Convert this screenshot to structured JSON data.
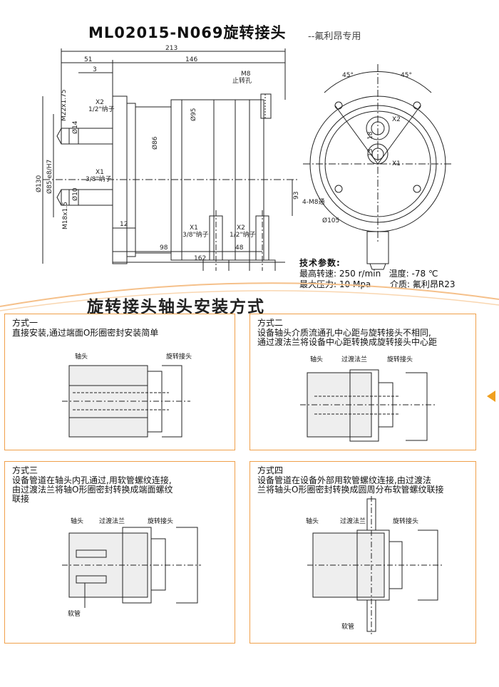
{
  "header": {
    "title": "ML02015-N069旋转接头",
    "note": "--氟利昂专用"
  },
  "drawing": {
    "dims": {
      "d213": "213",
      "d146": "146",
      "d51": "51",
      "d3": "3",
      "m8": "M8",
      "stop_hole": "止转孔",
      "x2": "X2",
      "x2_sub": "1/2\"纳子",
      "m22": "M22x1.75",
      "d14": "Ø14",
      "d130": "Ø130",
      "d85": "Ø85 e8/H7",
      "d95": "Ø95",
      "d86": "Ø86",
      "d10": "Ø10",
      "m18": "M18x1.5",
      "x1": "X1",
      "x1_sub": "3/8\"纳子",
      "d12": "12",
      "d98": "98",
      "d48": "48",
      "d162": "162",
      "bx1": "X1",
      "bx1_sub": "3/8\"纳子",
      "bx2": "X2",
      "bx2_sub": "1/2\"纳子",
      "d93": "93",
      "a45l": "45°",
      "a45r": "45°",
      "rx2": "X2",
      "rx1": "X1",
      "r18": "18",
      "r13": "13",
      "m8t": "4-M8通",
      "d105": "Ø105"
    }
  },
  "specs": {
    "heading": "技术参数:",
    "speed_label": "最高转速:",
    "speed_value": "250 r/min",
    "temp_label": "温度:",
    "temp_value": "-78 ℃",
    "pressure_label": "最大压力:",
    "pressure_value": "10 Mpa",
    "medium_label": "介质:",
    "medium_value": "氟利昂R23"
  },
  "section": {
    "title": "旋转接头轴头安装方式"
  },
  "methods": [
    {
      "title": "方式一",
      "desc": "直接安装,通过端面O形圈密封安装简单",
      "label_shaft": "轴头",
      "label_joint": "旋转接头"
    },
    {
      "title": "方式二",
      "desc": "设备轴头介质流通孔中心距与旋转接头不相同,\n通过渡法兰将设备中心距转换成旋转接头中心距",
      "label_shaft": "轴头",
      "label_flange": "过渡法兰",
      "label_joint": "旋转接头"
    },
    {
      "title": "方式三",
      "desc": "设备管道在轴头内孔通过,用软管螺纹连接,\n由过渡法兰将轴O形圈密封转换成端面螺纹\n联接",
      "label_shaft": "轴头",
      "label_flange": "过渡法兰",
      "label_joint": "旋转接头",
      "label_hose": "软管"
    },
    {
      "title": "方式四",
      "desc": "设备管道在设备外部用软管螺纹连接,由过渡法\n兰将轴头O形圈密封转换成圆周分布软管螺纹联接",
      "label_shaft": "轴头",
      "label_flange": "过渡法兰",
      "label_joint": "旋转接头",
      "label_hose": "软管"
    }
  ]
}
